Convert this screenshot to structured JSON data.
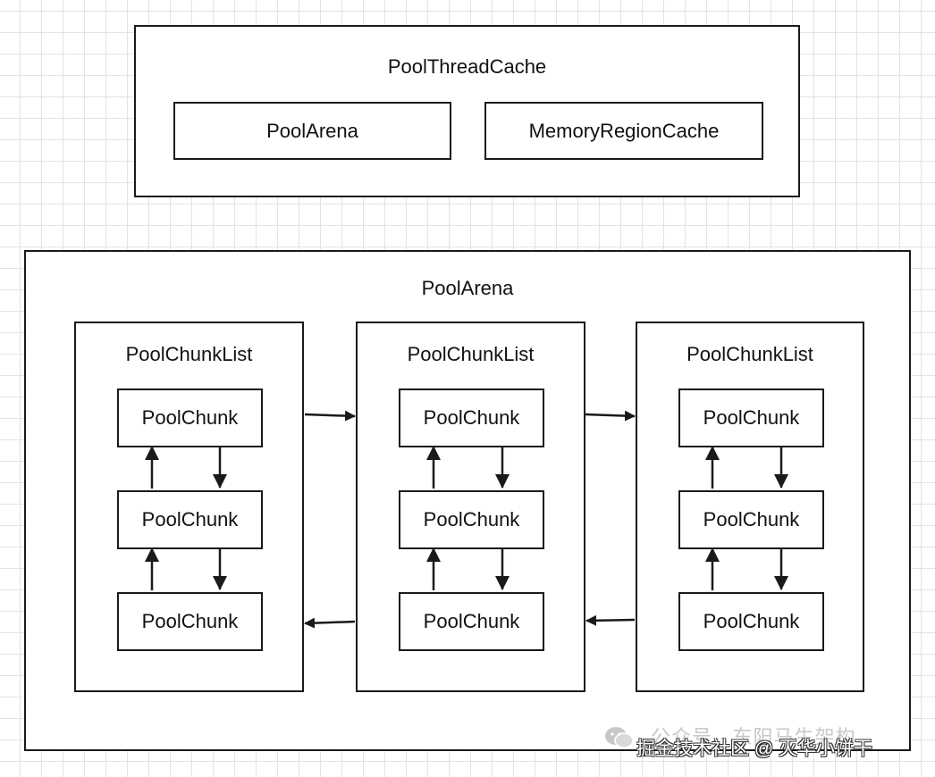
{
  "thread_cache": {
    "title": "PoolThreadCache",
    "items": [
      "PoolArena",
      "MemoryRegionCache"
    ]
  },
  "arena": {
    "title": "PoolArena",
    "chunk_lists": [
      {
        "title": "PoolChunkList",
        "chunks": [
          "PoolChunk",
          "PoolChunk",
          "PoolChunk"
        ]
      },
      {
        "title": "PoolChunkList",
        "chunks": [
          "PoolChunk",
          "PoolChunk",
          "PoolChunk"
        ]
      },
      {
        "title": "PoolChunkList",
        "chunks": [
          "PoolChunk",
          "PoolChunk",
          "PoolChunk"
        ]
      }
    ]
  },
  "watermark": {
    "line1": "公众号 · 东阳马生架构",
    "line2": "掘金技术社区 @ 灭华小饼干",
    "icon": "wechat-icon"
  },
  "colors": {
    "stroke": "#1a1a1a",
    "grid": "#e3e3e3",
    "background": "#ffffff"
  }
}
